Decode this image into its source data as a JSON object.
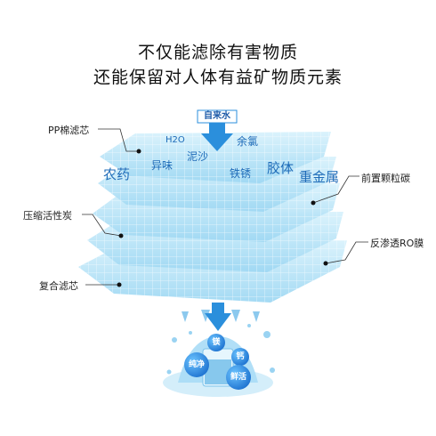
{
  "headline": {
    "line1": "不仅能滤除有害物质",
    "line2": "还能保留对人体有益矿物质元素"
  },
  "source_label": "自来水",
  "contaminants": [
    "H2O",
    "余氯",
    "泥沙",
    "异味",
    "农药",
    "铁锈",
    "胶体",
    "重金属"
  ],
  "layer_labels": {
    "pp": "PP棉滤芯",
    "pre_carbon": "前置颗粒碳",
    "compressed_carbon": "压缩活性炭",
    "ro": "反渗透RO膜",
    "composite": "复合滤芯"
  },
  "result_bubbles": [
    "镁",
    "钙",
    "纯净",
    "鲜活"
  ],
  "colors": {
    "layer_fill": "#bfe6f8",
    "layer_grid": "#ffffff",
    "accent_blue": "#2b8fdc",
    "text_blue": "#1e6bb8"
  }
}
